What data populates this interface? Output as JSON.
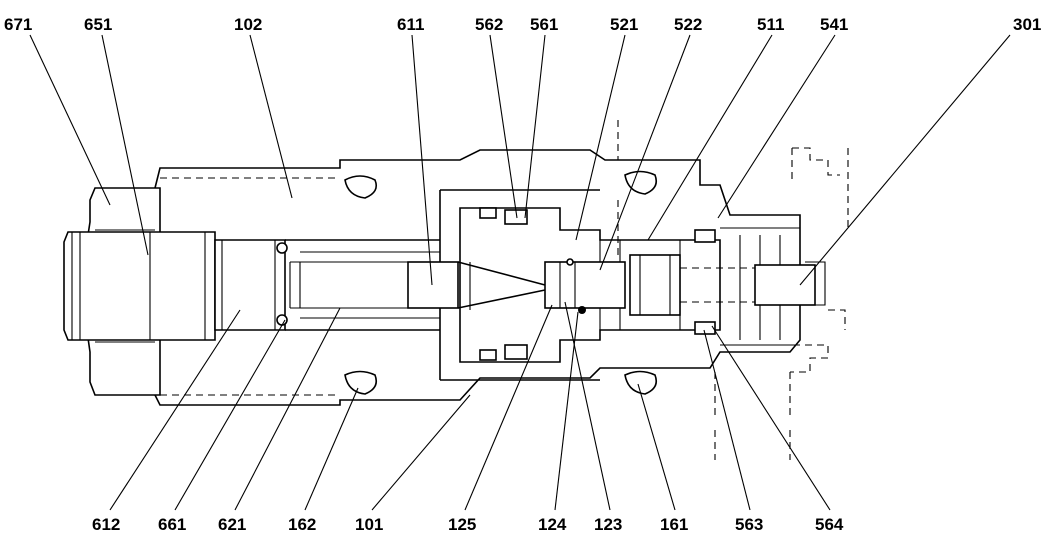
{
  "labels_top": [
    "671",
    "651",
    "102",
    "611",
    "562",
    "561",
    "521",
    "522",
    "511",
    "541",
    "301"
  ],
  "labels_bottom": [
    "612",
    "661",
    "621",
    "162",
    "101",
    "125",
    "124",
    "123",
    "161",
    "563",
    "564"
  ]
}
